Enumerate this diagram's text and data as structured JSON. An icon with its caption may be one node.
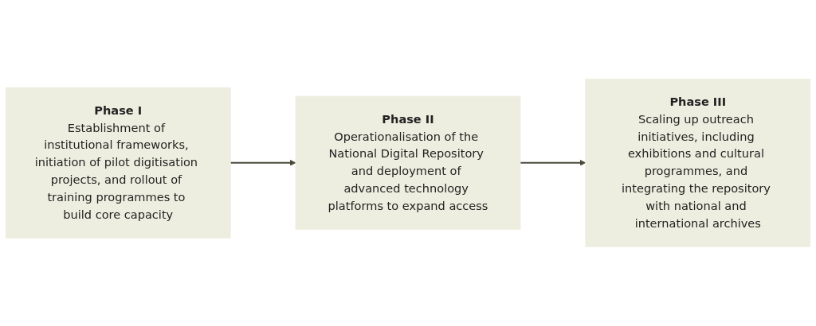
{
  "diagram": {
    "nodes": [
      {
        "text": [
          "Phase I",
          "Establishment of institutional frameworks, initiation of pilot digitisation projects, and rollout of training programmes to build core capacity"
        ]
      },
      {
        "text": [
          "Phase II",
          "Operationalisation of the National Digital Repository and deployment of advanced technology platforms to expand access"
        ]
      },
      {
        "text": [
          "Phase III",
          "Scaling up outreach initiatives, including exhibitions and cultural programmes, and integrating the repository with national and international archives"
        ]
      }
    ],
    "edges": [
      {
        "from": 0,
        "to": 1,
        "arrow": "to"
      },
      {
        "from": 1,
        "to": 2,
        "arrow": "to"
      }
    ]
  }
}
